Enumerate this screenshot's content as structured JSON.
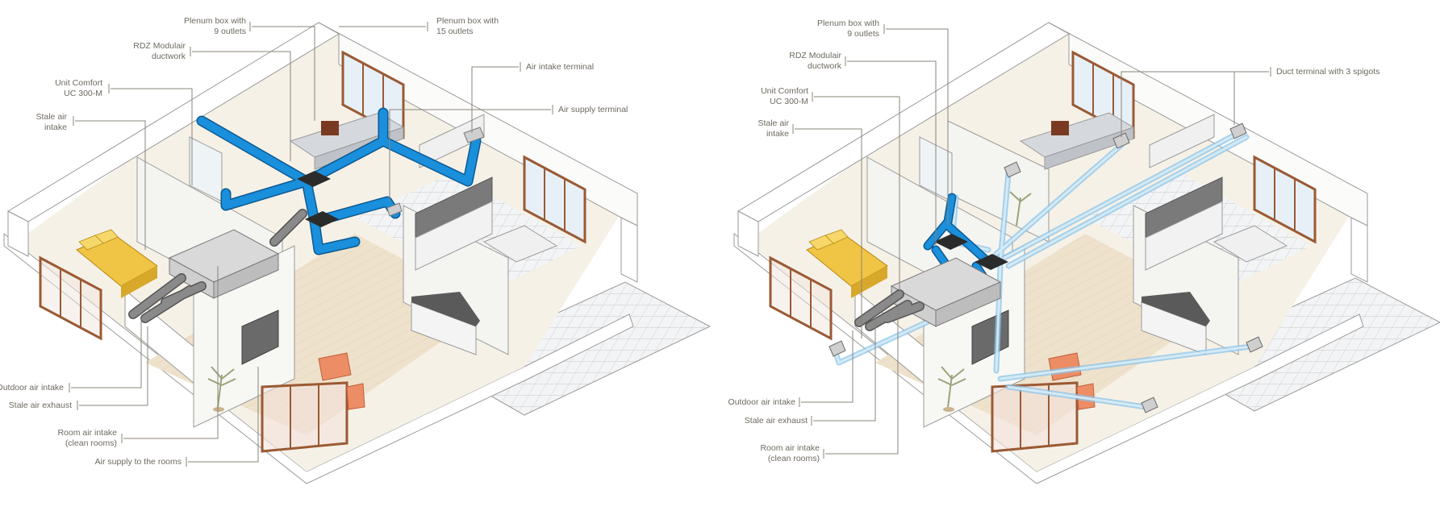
{
  "colors": {
    "supply_duct": "#1a8fdc",
    "light_duct": "#a9d4ee",
    "wall": "#ffffff",
    "wall_stroke": "#9a9a9a",
    "floor_wood": "#efe3cf",
    "floor_tile": "#eef0f1",
    "exhaust_duct": "#6b6b6b",
    "leader": "#8a8478",
    "label_text": "#6e6a60",
    "window_frame": "#9a5a34"
  },
  "diagram_left": {
    "labels": [
      {
        "id": "plenum9",
        "text": "Plenum box with\n9 outlets"
      },
      {
        "id": "plenum15",
        "text": "Plenum box with\n15 outlets"
      },
      {
        "id": "ductwork",
        "text": "RDZ Modulair\nductwork"
      },
      {
        "id": "unit",
        "text": "Unit Comfort\nUC 300-M"
      },
      {
        "id": "intake_terminal",
        "text": "Air intake terminal"
      },
      {
        "id": "stale_intake",
        "text": "Stale air\nintake"
      },
      {
        "id": "supply_terminal",
        "text": "Air supply terminal"
      },
      {
        "id": "outdoor",
        "text": "Outdoor air intake"
      },
      {
        "id": "stale_exhaust",
        "text": "Stale air exhaust"
      },
      {
        "id": "room_intake",
        "text": "Room air intake\n(clean rooms)"
      },
      {
        "id": "air_supply",
        "text": "Air supply to the rooms"
      }
    ]
  },
  "diagram_right": {
    "labels": [
      {
        "id": "plenum9",
        "text": "Plenum box with\n9 outlets"
      },
      {
        "id": "ductwork",
        "text": "RDZ Modulair\nductwork"
      },
      {
        "id": "duct_terminal",
        "text": "Duct terminal with 3 spigots"
      },
      {
        "id": "unit",
        "text": "Unit Comfort\nUC 300-M"
      },
      {
        "id": "stale_intake",
        "text": "Stale air\nintake"
      },
      {
        "id": "outdoor",
        "text": "Outdoor air intake"
      },
      {
        "id": "stale_exhaust",
        "text": "Stale air exhaust"
      },
      {
        "id": "room_intake",
        "text": "Room air intake\n(clean rooms)"
      }
    ]
  }
}
